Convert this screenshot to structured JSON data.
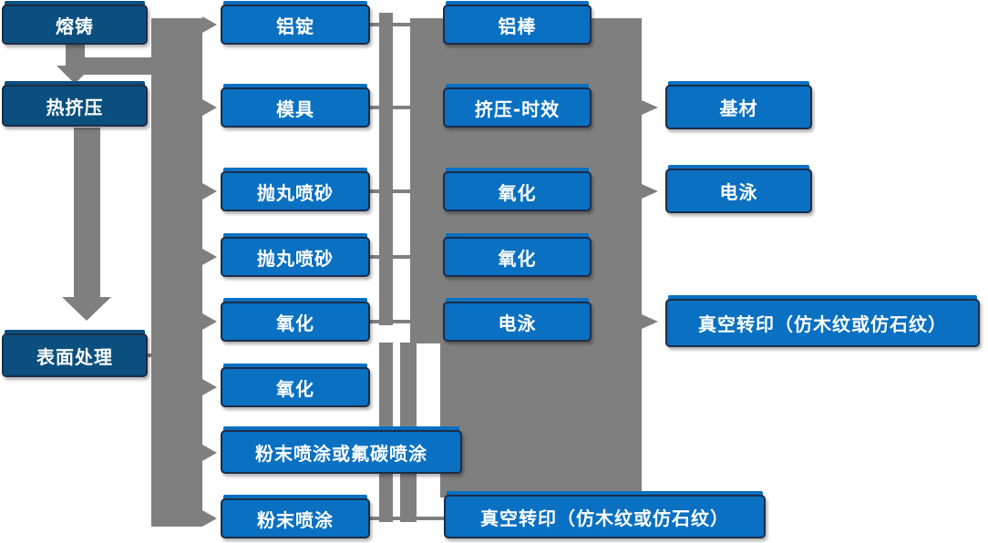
{
  "diagram": {
    "type": "process-flowchart",
    "language": "zh-CN",
    "colors": {
      "stage_fill": "#0b4f7e",
      "node_fill": "#0a70c2",
      "connector_gray": "#7f7f7f",
      "border": "#1b2d49",
      "text": "#ffffff",
      "background": "#ffffff"
    },
    "stages": [
      "熔铸",
      "热挤压",
      "表面处理"
    ],
    "col_a": [
      "铝锭",
      "模具",
      "抛丸喷砂",
      "抛丸喷砂",
      "氧化",
      "氧化",
      "粉末喷涂或氟碳喷涂",
      "粉末喷涂"
    ],
    "col_b": [
      "铝棒",
      "挤压-时效",
      "氧化",
      "氧化",
      "电泳",
      "真空转印（仿木纹或仿石纹）"
    ],
    "col_c": [
      "基材",
      "电泳",
      "真空转印（仿木纹或仿石纹）"
    ]
  }
}
